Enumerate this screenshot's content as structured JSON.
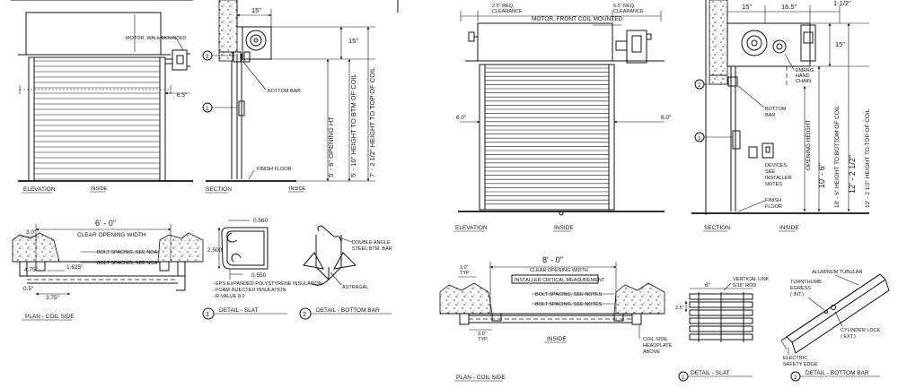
{
  "left_sheet": {
    "elevation": {
      "title": "ELEVATION",
      "side_label": "INSIDE",
      "motor_label": "MOTOR, WALL MOUNTED",
      "side_dim": "6.5\""
    },
    "section": {
      "title": "SECTION",
      "side_label": "INSIDE",
      "head_dim": "15\"",
      "top_dim": "15\"",
      "opening_ht": "5' - 6\" OPENING HT",
      "btm_of_coil": "5' - 10\" HEIGHT TO BTM OF COIL",
      "top_of_coil": "7' - 2 1/2\" HEIGHT TO TOP OF COIL",
      "bottom_bar_label": "BOTTOM BAR",
      "finish_floor_label": "FINISH FLOOR",
      "callout_1": "1",
      "callout_2": "2"
    },
    "plan": {
      "title": "PLAN - COIL SIDE",
      "width_dim": "6' - 0\"",
      "width_label": "CLEAR OPENING WIDTH",
      "bolt_1": "BOLT SPACING, SEE NOA",
      "bolt_2": "BOLT SPACING, SEE NOA",
      "dim_3": "3.0\"",
      "dim_475": "4.75\"",
      "dim_1625": "1.625\"",
      "dim_05": "0.5\"",
      "dim_375": "3.75\""
    },
    "slat": {
      "title": "DETAIL - SLAT",
      "callout": "1",
      "dim_top": "0.560",
      "dim_height": "2.500",
      "dim_bottom": "0.550",
      "notes": [
        "EPS-EXPANDED POLYSTYRENE INSULATION",
        "FOAM INJECTED INSULATION",
        "R-VALUE 8.0"
      ]
    },
    "bottom_bar": {
      "title": "DETAIL - BOTTOM BAR",
      "callout": "2",
      "angle_label": [
        "DOUBLE ANGLE",
        "STEEL BTM. BAR"
      ],
      "astragal_label": "ASTRAGAL"
    }
  },
  "right_sheet": {
    "elevation": {
      "title": "ELEVATION",
      "side_label": "INSIDE",
      "motor_label": "MOTOR, FRONT COIL MOUNTED",
      "clearance_left": [
        "2.5\" REQ.",
        "CLEARANCE"
      ],
      "clearance_right": [
        "5.5\" REQ.",
        "CLEARANCE"
      ],
      "dim_left": "6.0\"",
      "dim_right": "6.0\""
    },
    "section": {
      "title": "SECTION",
      "side_label": "INSIDE",
      "dim_15": "15\"",
      "dim_165": "16.5\"",
      "dim_112": "1-1/2\"",
      "top_dim": "15\"",
      "opening_height": "OPENING HEIGHT",
      "height_btm_coil": "10' - 6\" HEIGHT TO BOTTOM OF COIL",
      "height_top_coil": "12' - 2 1/2\" HEIGHT TO TOP OF COIL",
      "height_10_6": "10' - 6\"",
      "height_12": "12' - 2 1/2\"",
      "emerg_label": [
        "EMERG.",
        "HAND",
        "CHAIN"
      ],
      "bottom_bar_label": [
        "BOTTOM",
        "BAR"
      ],
      "devices_label": [
        "DEVICES,",
        "SEE",
        "INSTALLER",
        "NOTES"
      ],
      "finish_label": [
        "FINISH",
        "FLOOR"
      ],
      "callout_1": "1",
      "callout_2": "2"
    },
    "plan": {
      "title": "PLAN - COIL SIDE",
      "width_dim": "8' - 0\"",
      "width_label": "CLEAR OPENING WIDTH",
      "critical": "INSTALLER CRITICAL MEASUREMENT",
      "bolt_1": "BOLT SPACING, SEE NOTES",
      "bolt_2": "BOLT SPACING, SEE NOTES",
      "inside": "INSIDE",
      "typ_top": [
        "3.0\"",
        "TYP."
      ],
      "typ_bottom": [
        "3.0\"",
        "TYP."
      ],
      "coil_side": [
        "COIL SIDE,",
        "HEADPLATE",
        "ABOVE"
      ]
    },
    "slat": {
      "title": "DETAIL - SLAT",
      "callout": "1",
      "dim_6": "6\"",
      "dim_25": "2.5\"",
      "link_label": [
        "VERTICAL LINK",
        "5/16\" ROD"
      ]
    },
    "bottom_bar": {
      "title": "DETAIL - BOTTOM BAR",
      "callout": "2",
      "tubular": "ALUMINUM TUBULAR",
      "turnthumb": [
        "TURNTHUMB",
        "EGRESS",
        "( INT.)"
      ],
      "cylinder": [
        "CYLINDER LOCK",
        "( EXT.)"
      ],
      "safety": [
        "ELECTRIC",
        "SAFETY EDGE"
      ]
    }
  }
}
